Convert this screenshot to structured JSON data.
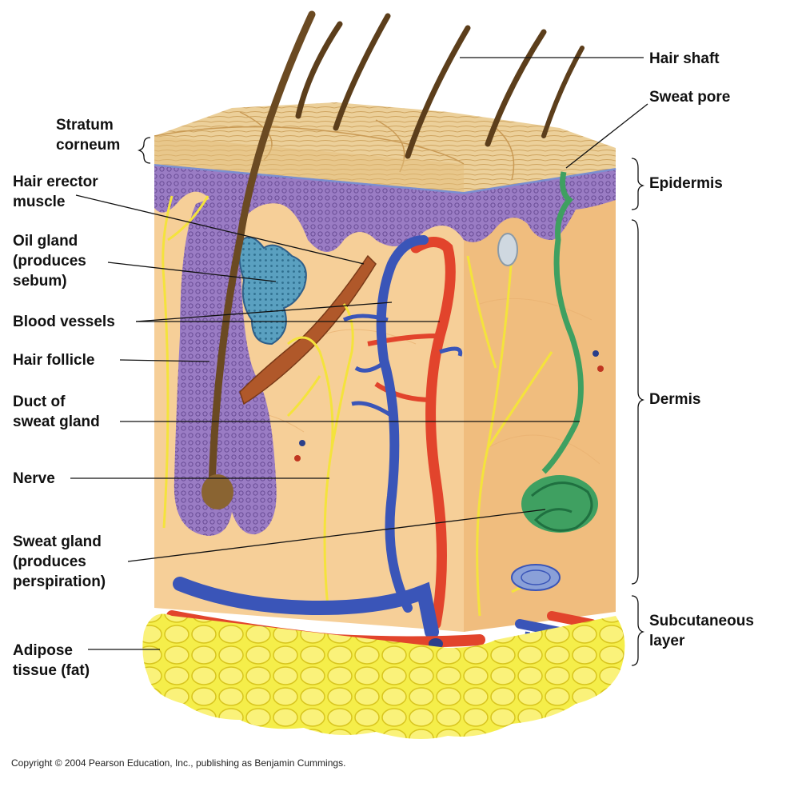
{
  "labels": {
    "hair_shaft": "Hair shaft",
    "sweat_pore": "Sweat pore",
    "stratum_corneum": [
      "Stratum",
      "corneum"
    ],
    "epidermis": "Epidermis",
    "hair_erector_muscle": [
      "Hair erector",
      "muscle"
    ],
    "oil_gland": [
      "Oil gland",
      "(produces",
      "sebum)"
    ],
    "blood_vessels": "Blood vessels",
    "hair_follicle": "Hair follicle",
    "duct_of_sweat_gland": [
      "Duct of",
      "sweat gland"
    ],
    "dermis": "Dermis",
    "nerve": "Nerve",
    "sweat_gland": [
      "Sweat gland",
      "(produces",
      "perspiration)"
    ],
    "subcutaneous_layer": [
      "Subcutaneous",
      "layer"
    ],
    "adipose_tissue": [
      "Adipose",
      "tissue (fat)"
    ]
  },
  "copyright": "Copyright © 2004 Pearson Education, Inc., publishing as Benjamin Cummings.",
  "colors": {
    "stratum_corneum": "#e9c98c",
    "epidermis_purple": "#8a6bb3",
    "dermis": "#f4c98e",
    "fat": "#f2ea3a",
    "artery": "#e2442c",
    "vein": "#3a55b8",
    "nerve": "#f3e23a",
    "sweat_gland": "#3fa061",
    "hair": "#6b4a22",
    "oil_gland": "#4b8fb0"
  }
}
